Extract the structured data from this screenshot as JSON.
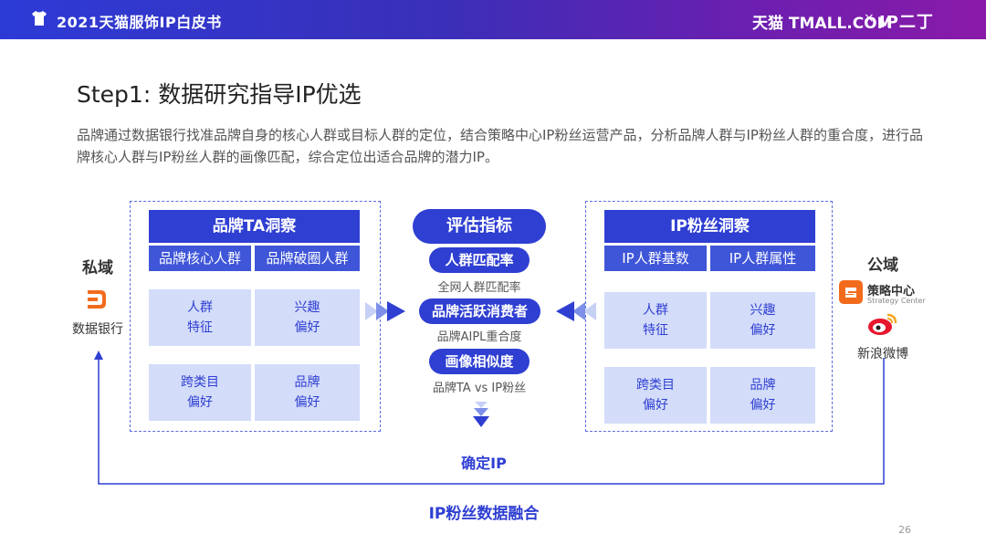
{
  "header": {
    "title": "2021天猫服饰IP白皮书",
    "brand_tmall": "天猫 TMALL.COM",
    "brand_sep": "×",
    "brand_ip": "IP二丁"
  },
  "slide": {
    "heading": "Step1: 数据研究指导IP优选",
    "description": "品牌通过数据银行找准品牌自身的核心人群或目标人群的定位，结合策略中心IP粉丝运营产品，分析品牌人群与IP粉丝人群的重合度，进行品牌核心人群与IP粉丝人群的画像匹配，综合定位出适合品牌的潜力IP。",
    "page_number": "26"
  },
  "left_panel": {
    "title": "品牌TA洞察",
    "tabs": [
      "品牌核心人群",
      "品牌破圈人群"
    ],
    "cells": [
      {
        "line1": "人群",
        "line2": "特征"
      },
      {
        "line1": "兴趣",
        "line2": "偏好"
      },
      {
        "line1": "跨类目",
        "line2": "偏好"
      },
      {
        "line1": "品牌",
        "line2": "偏好"
      }
    ]
  },
  "right_panel": {
    "title": "IP粉丝洞察",
    "tabs": [
      "IP人群基数",
      "IP人群属性"
    ],
    "cells": [
      {
        "line1": "人群",
        "line2": "特征"
      },
      {
        "line1": "兴趣",
        "line2": "偏好"
      },
      {
        "line1": "跨类目",
        "line2": "偏好"
      },
      {
        "line1": "品牌",
        "line2": "偏好"
      }
    ]
  },
  "center": {
    "title": "评估指标",
    "metrics": [
      {
        "label": "人群匹配率",
        "caption": "全网人群匹配率"
      },
      {
        "label": "品牌活跃消费者",
        "caption": "品牌AIPL重合度"
      },
      {
        "label": "画像相似度",
        "caption": "品牌TA vs IP粉丝"
      }
    ],
    "result": "确定IP"
  },
  "left_side": {
    "title": "私域",
    "icon_label": "数据银行"
  },
  "right_side": {
    "title": "公域",
    "strategy_name": "策略中心",
    "strategy_sub": "Strategy Center",
    "weibo_label": "新浪微博"
  },
  "bottom": {
    "label": "IP粉丝数据融合"
  },
  "colors": {
    "primary": "#2f3fd2",
    "soft": "#d3dcf9",
    "orange": "#f26b1d",
    "weibo_red": "#e6162d"
  }
}
